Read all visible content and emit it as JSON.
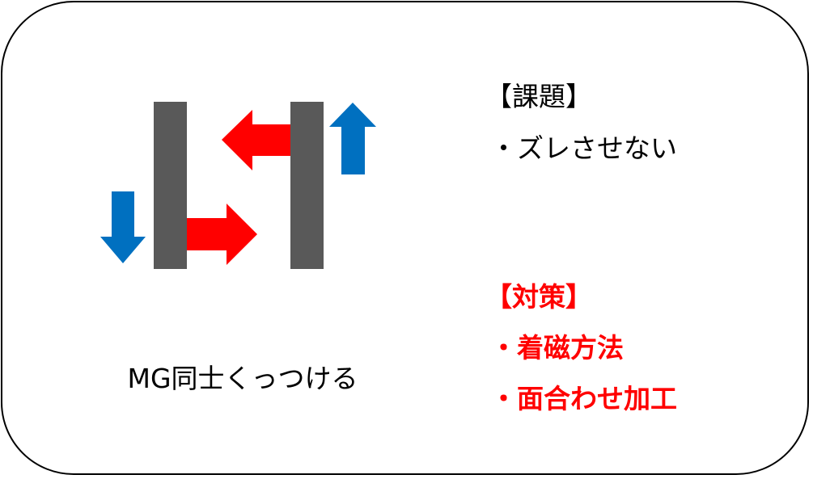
{
  "caption": "MG同士くっつける",
  "issue": {
    "heading": "【課題】",
    "items": [
      "・ズレさせない"
    ]
  },
  "countermeasure": {
    "heading": "【対策】",
    "items": [
      "・着磁方法",
      "・面合わせ加工"
    ]
  },
  "colors": {
    "magnet_bar": "#595959",
    "force_arrow": "#ff0000",
    "motion_arrow": "#0070c0",
    "countermeasure_text": "#ff0000",
    "border": "#000000"
  },
  "icons": {
    "left_motion": "arrow-down-icon",
    "right_motion": "arrow-up-icon",
    "left_force": "arrow-right-icon",
    "right_force": "arrow-left-icon"
  }
}
